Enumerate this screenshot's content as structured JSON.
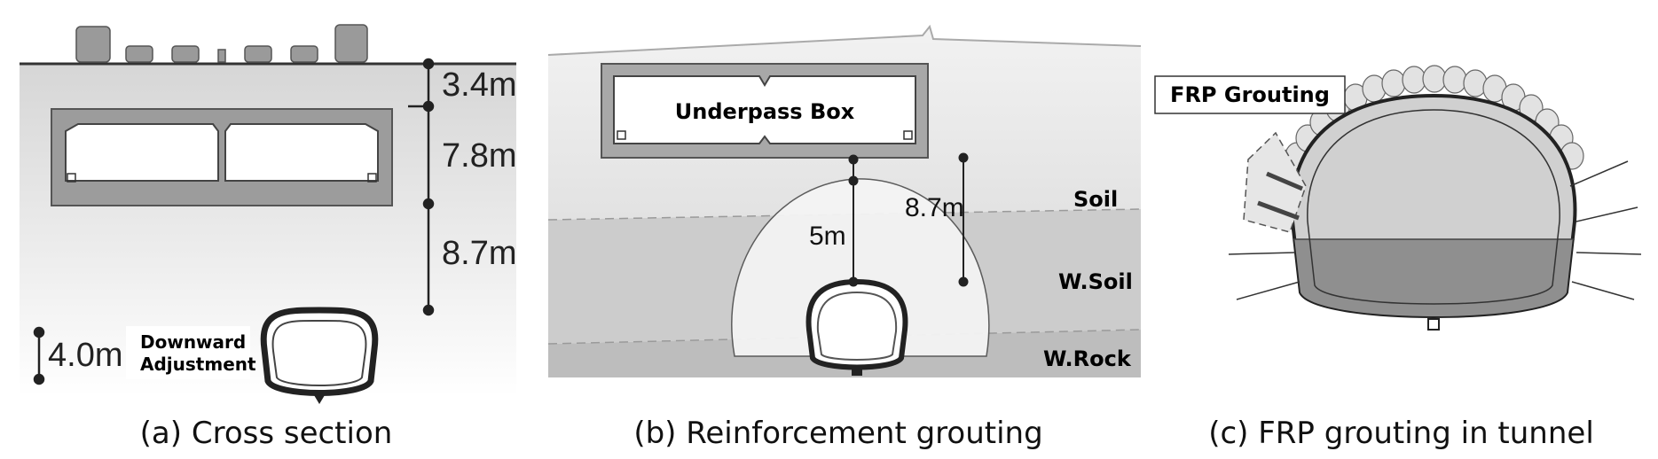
{
  "panel_a": {
    "caption": "(a) Cross section",
    "dims": {
      "d1": "3.4m",
      "d2": "7.8m",
      "d3": "8.7m",
      "d4": "4.0m"
    },
    "downward_line1": "Downward",
    "downward_line2": "Adjustment"
  },
  "panel_b": {
    "caption": "(b) Reinforcement grouting",
    "box_label": "Underpass Box",
    "dim_5m": "5m",
    "dim_87m": "8.7m",
    "layers": {
      "soil": "Soil",
      "wsoil": "W.Soil",
      "wrock": "W.Rock"
    }
  },
  "panel_c": {
    "caption": "(c) FRP grouting in tunnel",
    "callout": "FRP Grouting"
  }
}
